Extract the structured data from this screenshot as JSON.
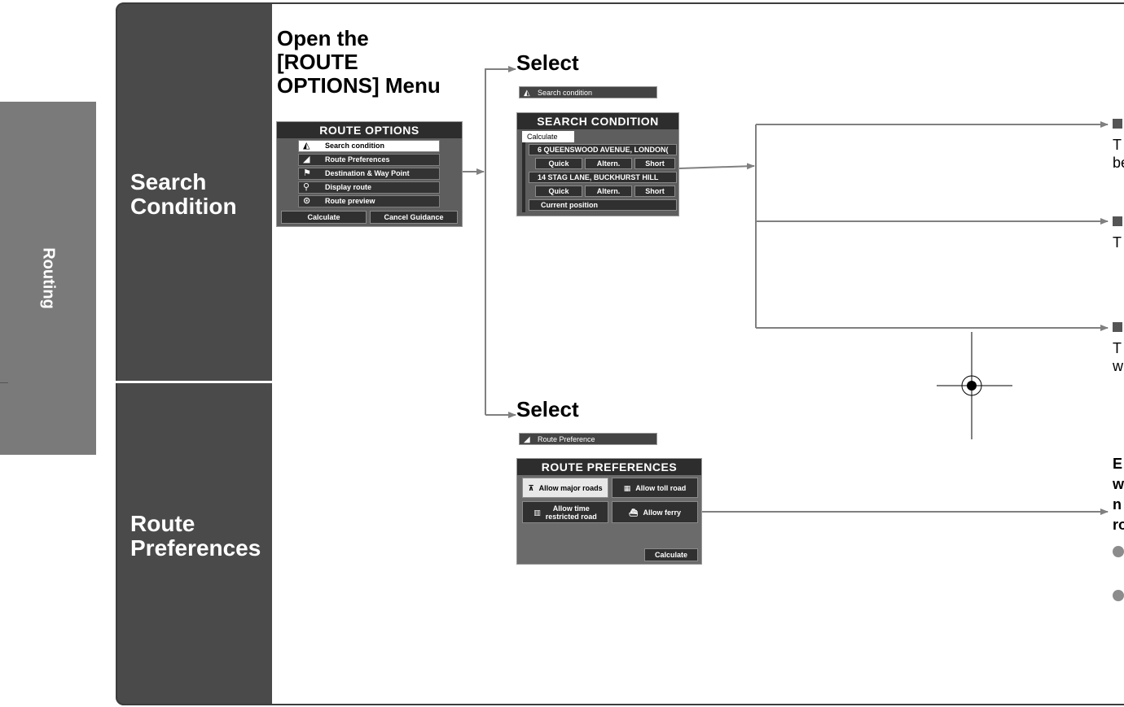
{
  "side_tab": {
    "label": "Routing"
  },
  "sections": {
    "search_condition": "Search\nCondition",
    "route_preferences": "Route\nPreferences"
  },
  "headings": {
    "open_menu": "Open the\n[ROUTE\nOPTIONS] Menu",
    "select_top": "Select",
    "select_bottom": "Select"
  },
  "route_options_panel": {
    "title": "ROUTE OPTIONS",
    "items": [
      {
        "label": "Search condition",
        "icon": "route-flag-icon"
      },
      {
        "label": "Route Preferences",
        "icon": "road-icon"
      },
      {
        "label": "Destination & Way Point",
        "icon": "waypoint-icon"
      },
      {
        "label": "Display route",
        "icon": "magnifier-icon"
      },
      {
        "label": "Route preview",
        "icon": "route-preview-icon"
      }
    ],
    "calculate": "Calculate",
    "cancel_guidance": "Cancel Guidance"
  },
  "search_condition_label": "Search condition",
  "route_preference_label": "Route Preference",
  "search_condition_panel": {
    "title": "SEARCH CONDITION",
    "calculate_tab": "Calculate",
    "destination_1": "6 QUEENSWOOD AVENUE, LONDON(",
    "destination_2": "14 STAG LANE, BUCKHURST HILL",
    "current_position": "Current position",
    "options": [
      "Quick",
      "Altern.",
      "Short"
    ]
  },
  "route_preferences_panel": {
    "title": "ROUTE PREFERENCES",
    "allow_major_roads": "Allow major roads",
    "allow_toll_road": "Allow toll road",
    "allow_time_restricted": "Allow time\nrestricted road",
    "allow_ferry": "Allow ferry",
    "calculate": "Calculate"
  },
  "right_cut_text": {
    "t1a": "T",
    "t1b": "be",
    "t2a": "T",
    "t3a": "T",
    "t3b": "w",
    "b1": "E",
    "b2": "w",
    "b3": "n",
    "b4": "ro"
  },
  "colors": {
    "dark_column": "#4a4a4a",
    "side_tab": "#7a7a7a",
    "arrow": "#808080"
  }
}
